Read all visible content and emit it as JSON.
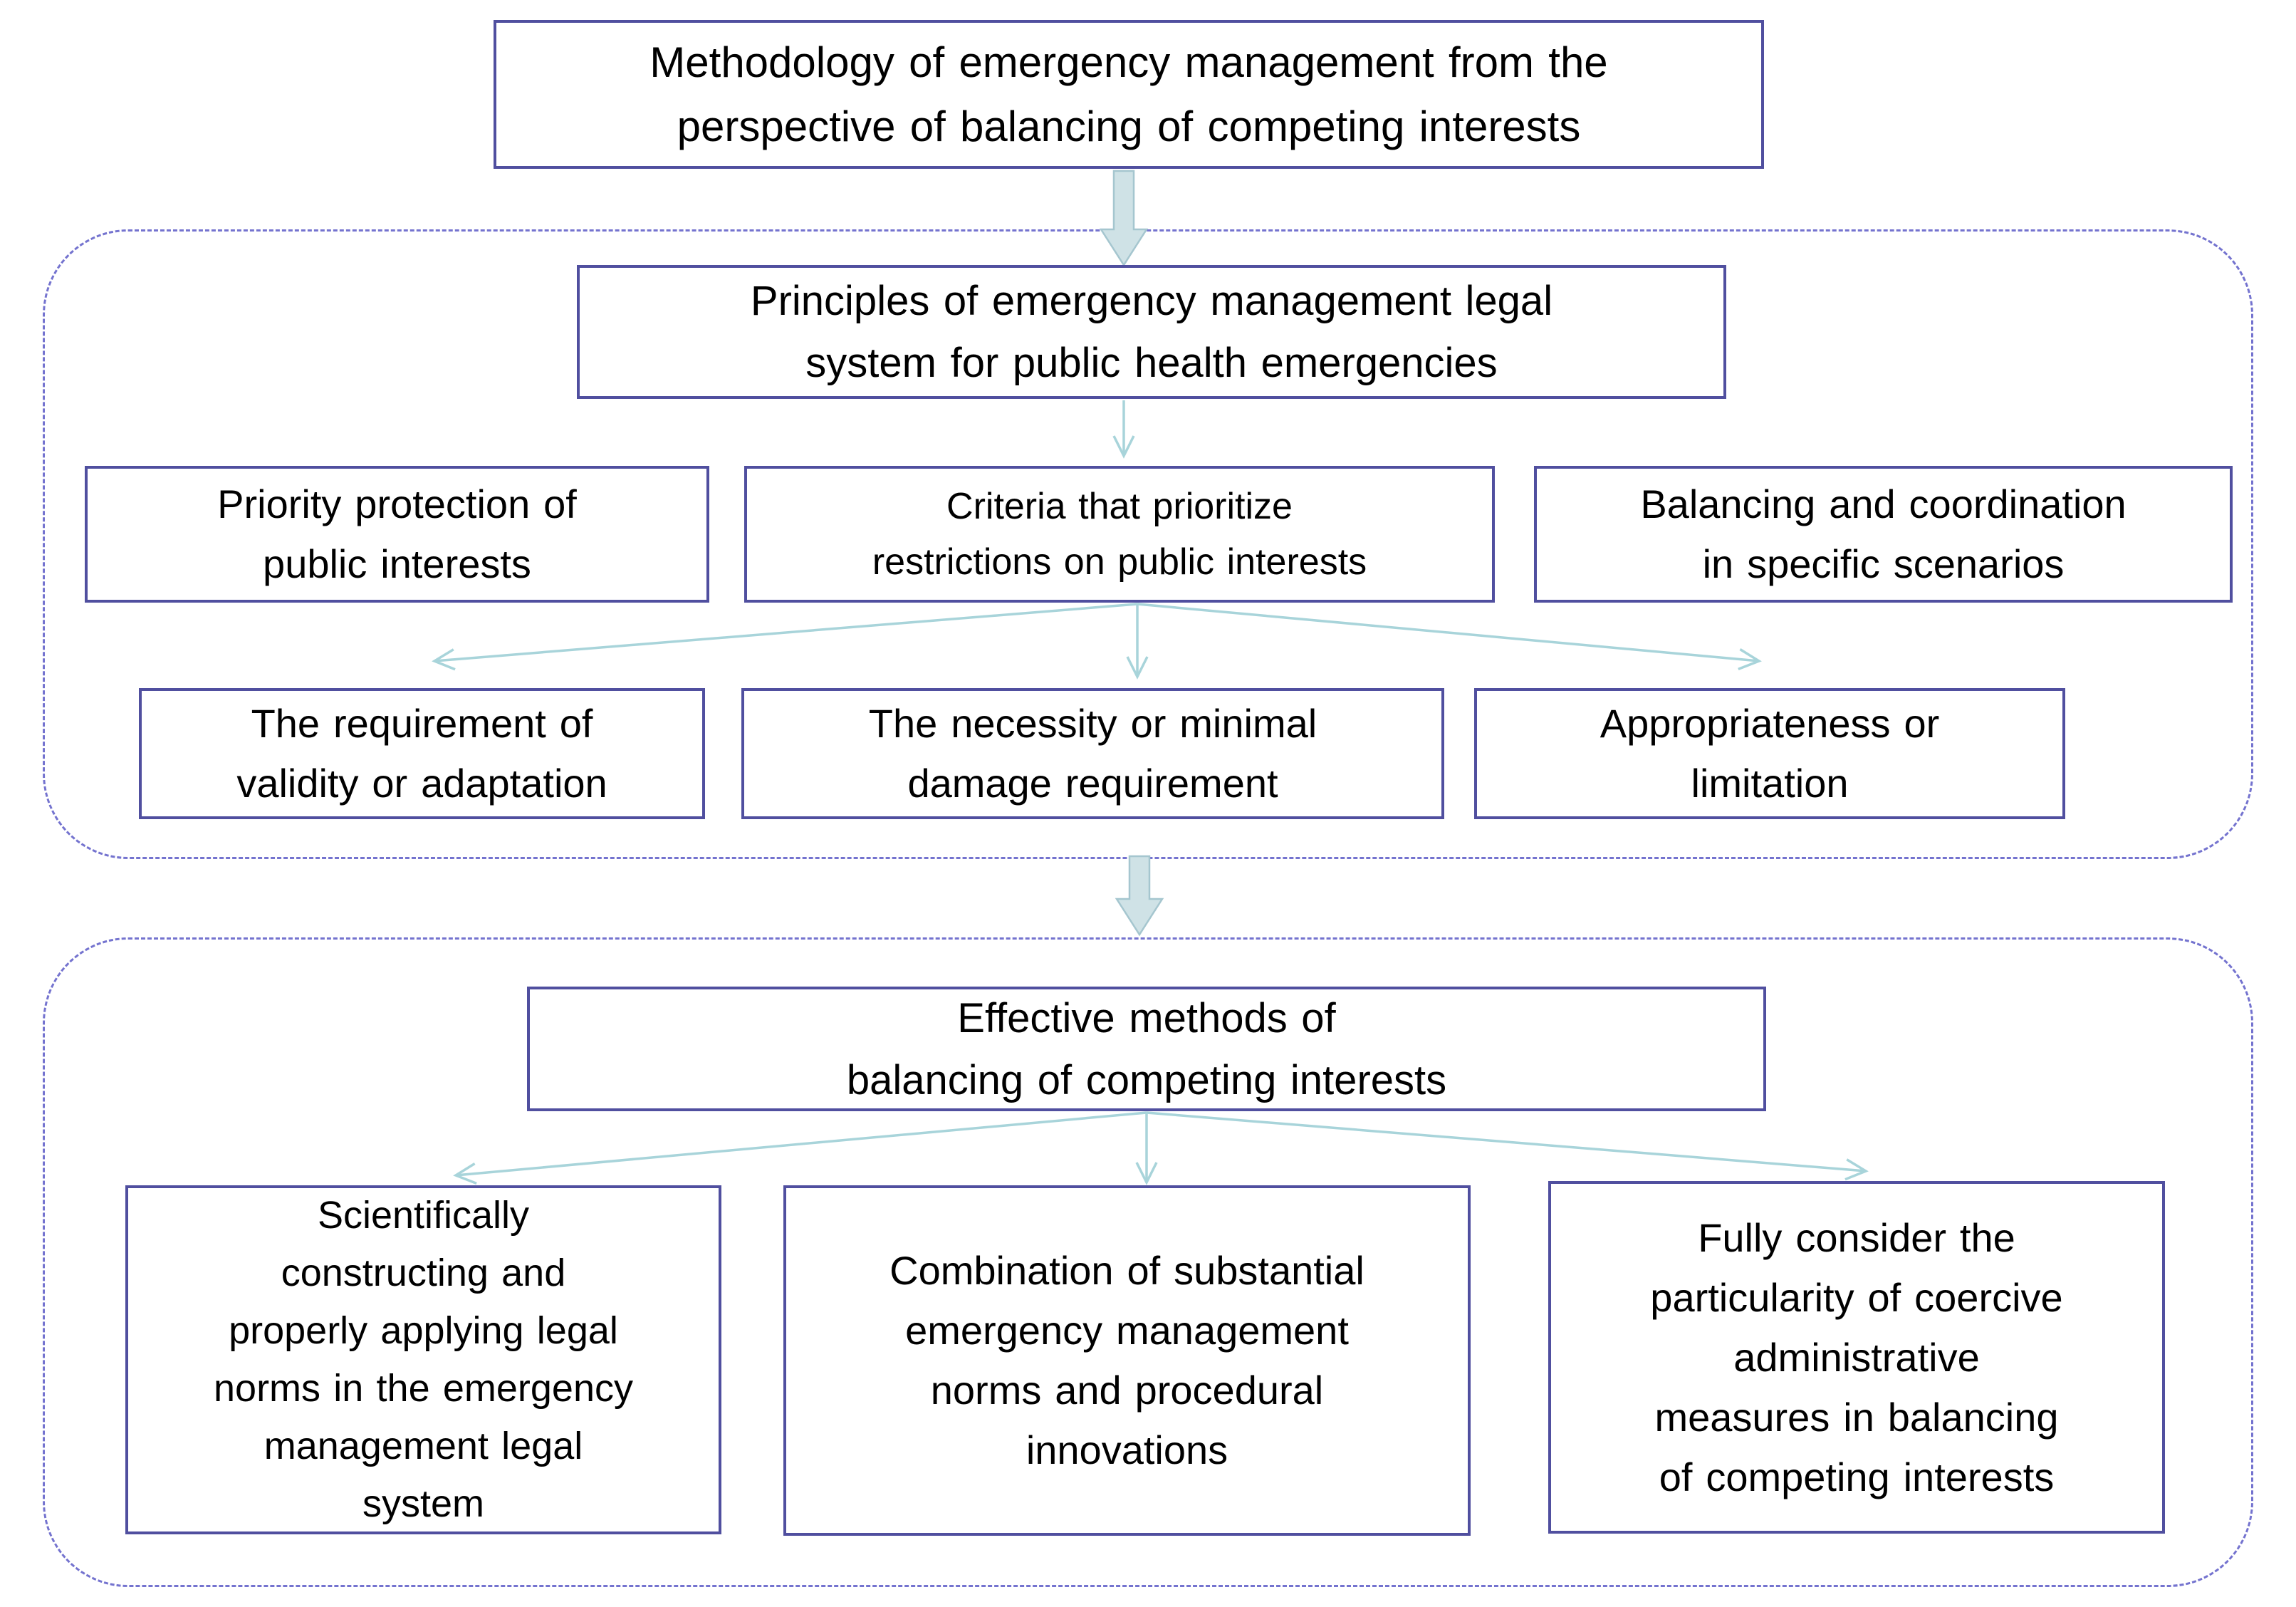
{
  "title": "Methodology of emergency management flowchart",
  "colors": {
    "box_border": "#504f9f",
    "dashed_border": "#7473cf",
    "thick_arrow_fill": "#cfe2e6",
    "thick_arrow_stroke": "#a5c6cf",
    "thin_arrow": "#a8d4da",
    "text_color": "#000000"
  },
  "nodes": {
    "methodology": {
      "lines": [
        "Methodology of emergency management from the",
        "perspective of balancing of competing interests"
      ]
    },
    "principles": {
      "lines": [
        "Principles of emergency management legal",
        "system for public health emergencies"
      ]
    },
    "priority": {
      "lines": [
        "Priority protection of",
        "public interests"
      ]
    },
    "criteria": {
      "lines": [
        "Criteria that prioritize",
        "restrictions on public interests"
      ]
    },
    "balancing": {
      "lines": [
        "Balancing and coordination",
        "in specific scenarios"
      ]
    },
    "validity": {
      "lines": [
        "The requirement of",
        "validity or adaptation"
      ]
    },
    "necessity": {
      "lines": [
        "The necessity or minimal",
        "damage requirement"
      ]
    },
    "appropriateness": {
      "lines": [
        "Appropriateness or",
        "limitation"
      ]
    },
    "methods": {
      "lines": [
        "Effective methods of",
        "balancing of competing interests"
      ]
    },
    "constructing": {
      "lines": [
        "Scientifically",
        "constructing and",
        "properly applying legal",
        "norms in the emergency",
        "management legal",
        "system"
      ]
    },
    "combination": {
      "lines": [
        "Combination of substantial",
        "emergency management",
        "norms and procedural",
        "innovations"
      ]
    },
    "coercive": {
      "lines": [
        "Fully consider the",
        "particularity of coercive",
        "administrative",
        "measures in balancing",
        "of competing interests"
      ]
    }
  }
}
